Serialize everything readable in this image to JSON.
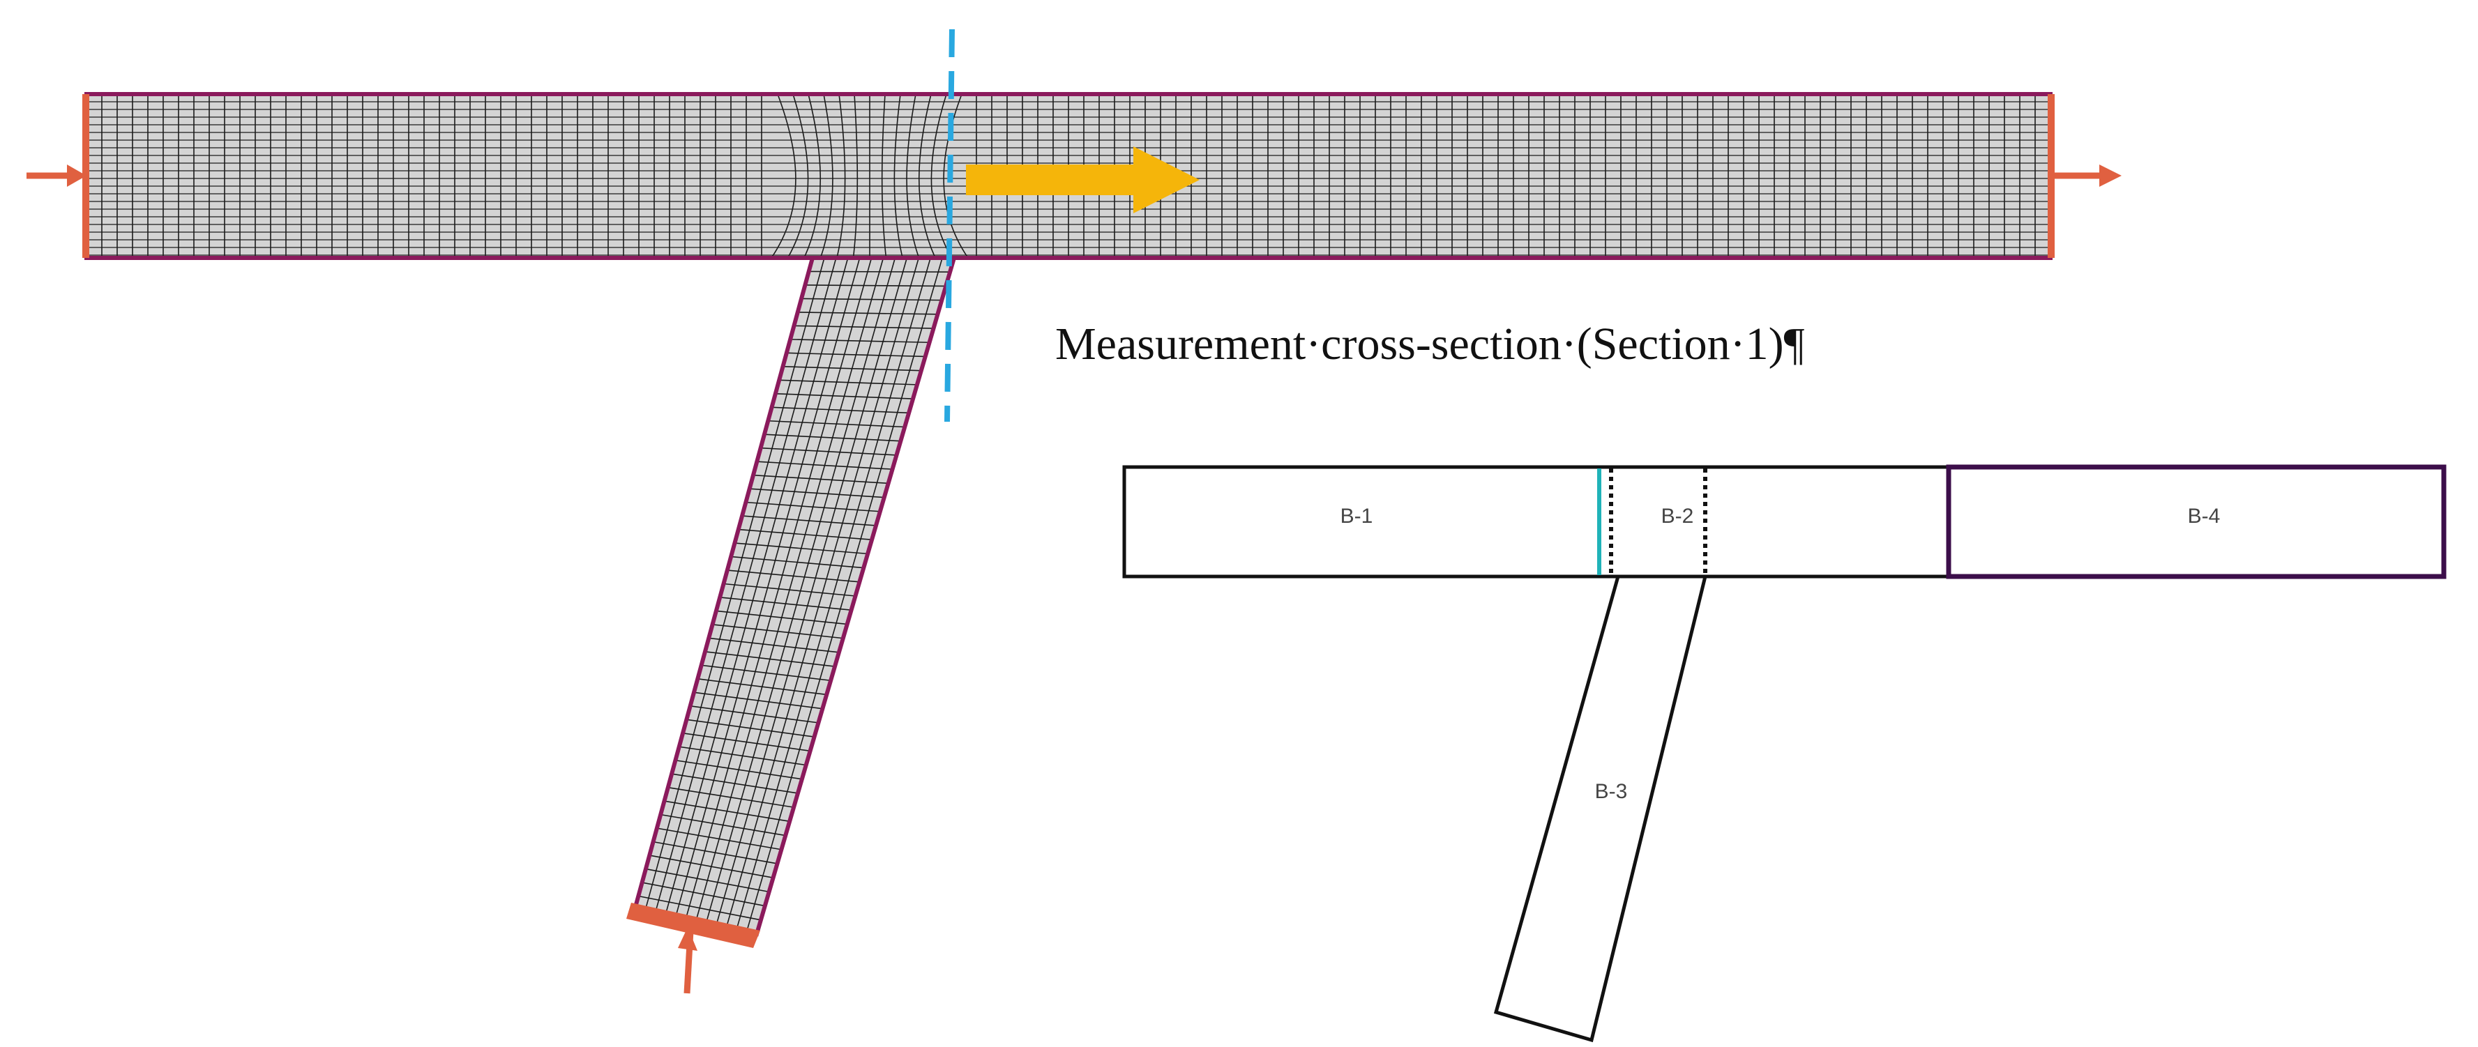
{
  "caption": "Measurement·cross-section·(Section·1)¶",
  "blocks": [
    {
      "id": "b1",
      "label": "B-1"
    },
    {
      "id": "b2",
      "label": "B-2"
    },
    {
      "id": "b3",
      "label": "B-3"
    },
    {
      "id": "b4",
      "label": "B-4"
    }
  ],
  "colors": {
    "mesh_line": "#1a1a1a",
    "mesh_fill": "#d4d4d4",
    "pipe_border": "#8b1a5c",
    "port": "#e06040",
    "section_line": "#29a8e0",
    "flow_arrow": "#f5b50a",
    "block_outline": "#111111",
    "b4_outline": "#3c0e4a",
    "b2_interface": "#20b3b8"
  }
}
